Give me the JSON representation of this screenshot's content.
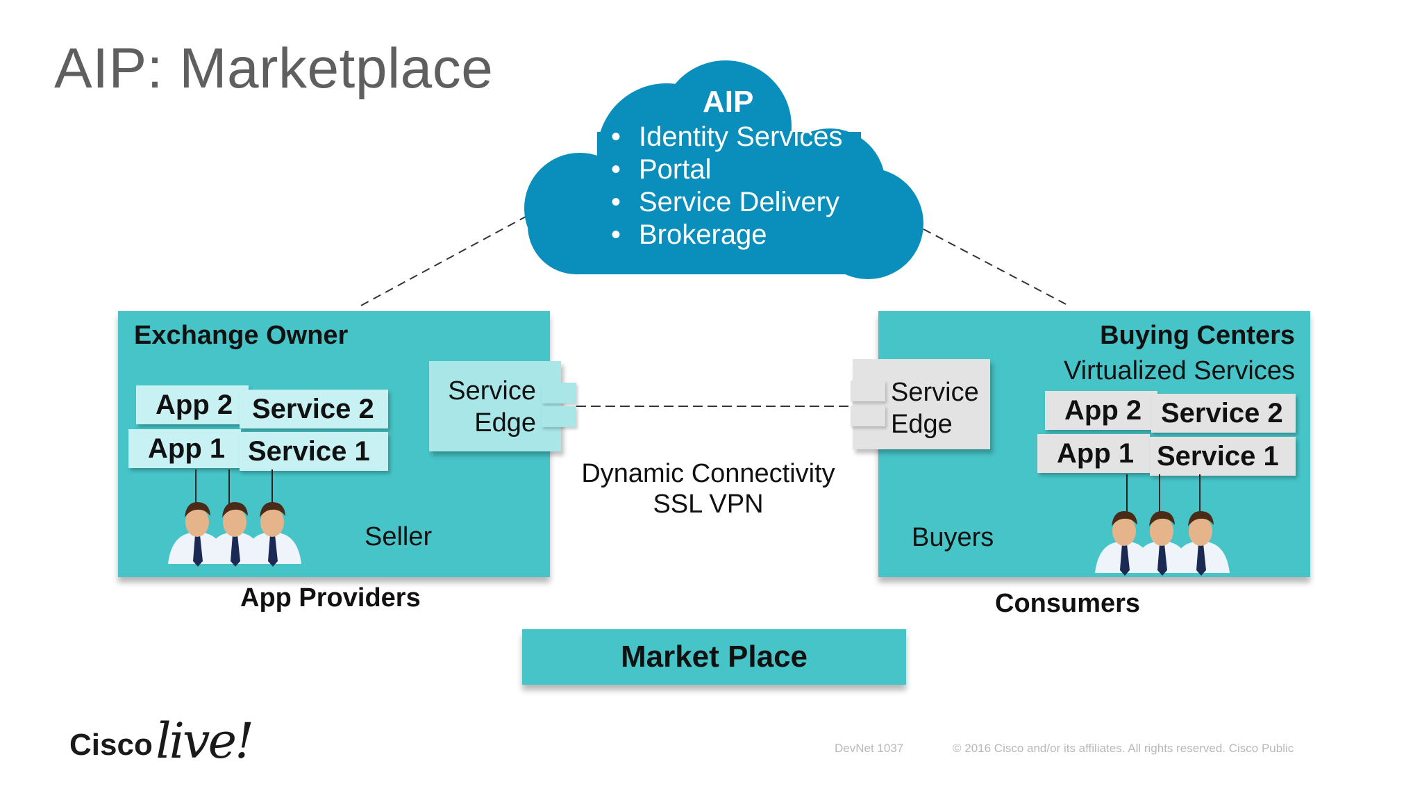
{
  "slide": {
    "title": "AIP: Marketplace"
  },
  "cloud": {
    "heading": "AIP",
    "items": [
      "Identity Services",
      "Portal",
      "Service Delivery",
      "Brokerage"
    ],
    "bullet": "•",
    "color": "#0a8fbd"
  },
  "left_panel": {
    "heading": "Exchange Owner",
    "apps": [
      "App 2",
      "App 1"
    ],
    "services": [
      "Service 2",
      "Service 1"
    ],
    "edge_line1": "Service",
    "edge_line2": "Edge",
    "seller_label": "Seller",
    "caption": "App Providers"
  },
  "right_panel": {
    "heading": "Buying Centers",
    "subheading": "Virtualized Services",
    "apps": [
      "App 2",
      "App 1"
    ],
    "services": [
      "Service 2",
      "Service 1"
    ],
    "edge_line1": "Service",
    "edge_line2": "Edge",
    "buyers_label": "Buyers",
    "caption": "Consumers"
  },
  "connection": {
    "line1": "Dynamic Connectivity",
    "line2": "SSL VPN"
  },
  "marketplace": {
    "label": "Market Place"
  },
  "footer": {
    "brand_cisco": "Cisco",
    "brand_live": "live!",
    "session": "DevNet 1037",
    "copyright": "© 2016  Cisco and/or its affiliates. All rights reserved.   Cisco Public"
  },
  "colors": {
    "panel": "#46c4c7",
    "cloud": "#0a8fbd",
    "chip_light": "#c8f1f3",
    "chip_gray": "#e3e3e3",
    "title": "#5f5f5f"
  }
}
